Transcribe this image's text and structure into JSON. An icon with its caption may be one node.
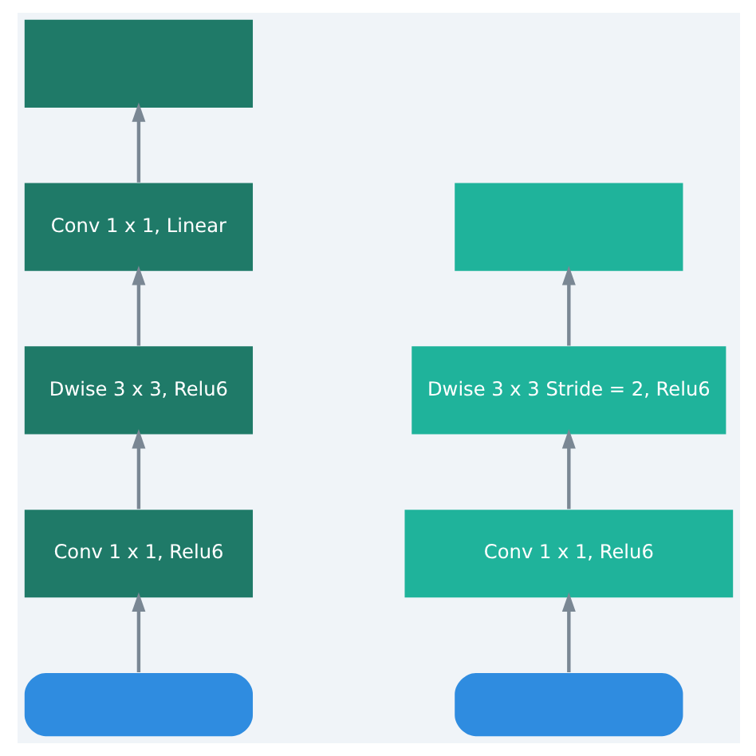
{
  "diagram": {
    "nodes": [
      {
        "text": [],
        "shape": "box"
      },
      {
        "text": [
          "Conv 1 x 1, Linear"
        ]
      },
      {
        "text": [
          "Dwise 3 x 3, Relu6"
        ]
      },
      {
        "text": [
          "Conv 1 x 1, Relu6"
        ]
      },
      {
        "text": [],
        "shape": "pill"
      },
      {
        "text": [],
        "shape": "box"
      },
      {
        "text": [
          "Dwise 3 x 3 Stride = 2, Relu6"
        ]
      },
      {
        "text": [
          "Conv 1 x 1, Relu6"
        ]
      },
      {
        "text": [],
        "shape": "pill"
      }
    ],
    "edges": [
      {
        "from": 4,
        "to": 3,
        "arrow": "to"
      },
      {
        "from": 3,
        "to": 2,
        "arrow": "to"
      },
      {
        "from": 2,
        "to": 1,
        "arrow": "to"
      },
      {
        "from": 1,
        "to": 0,
        "arrow": "to"
      },
      {
        "from": 8,
        "to": 7,
        "arrow": "to"
      },
      {
        "from": 7,
        "to": 6,
        "arrow": "to"
      },
      {
        "from": 6,
        "to": 5,
        "arrow": "to"
      }
    ]
  }
}
